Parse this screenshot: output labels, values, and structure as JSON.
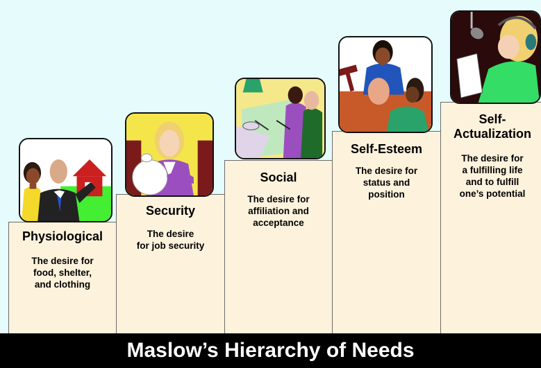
{
  "steps": [
    {
      "title": "Physiological",
      "desc": "The desire for\nfood, shelter,\nand clothing"
    },
    {
      "title": "Security",
      "desc": "The desire\nfor job security"
    },
    {
      "title": "Social",
      "desc": "The desire for\naffiliation and\nacceptance"
    },
    {
      "title": "Self-Esteem",
      "desc": "The desire for\nstatus and\nposition"
    },
    {
      "title": "Self-\nActualization",
      "desc": "The desire for\na fulfilling life\nand to fulfill\none’s potential"
    }
  ],
  "footer": {
    "title": "Maslow’s Hierarchy of Needs"
  },
  "colors": {
    "background": "#e6fbfb",
    "step": "#fdf2dc",
    "footer": "#000000"
  }
}
